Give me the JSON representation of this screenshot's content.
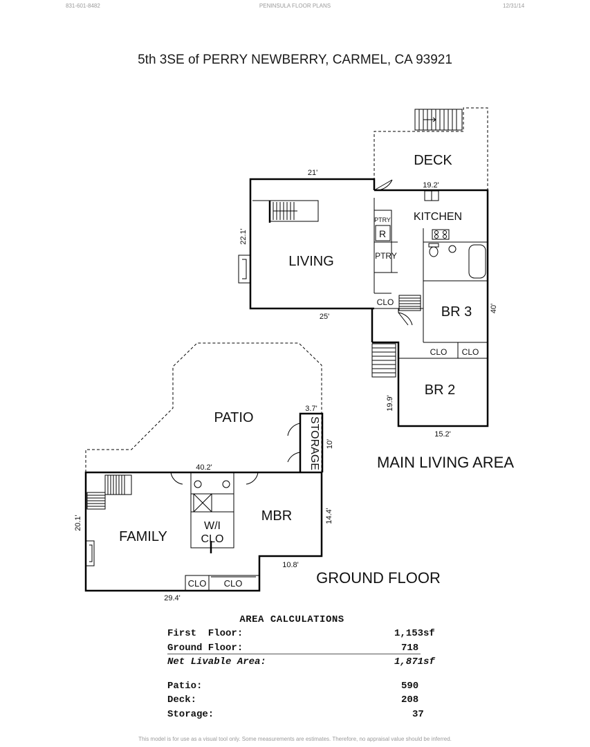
{
  "header": {
    "phone": "831-601-8482",
    "company": "PENINSULA FLOOR PLANS",
    "date": "12/31/14"
  },
  "title": "5th 3SE of PERRY NEWBERRY, CARMEL, CA  93921",
  "rooms": {
    "deck": "DECK",
    "kitchen": "KITCHEN",
    "living": "LIVING",
    "ptry1": "PTRY",
    "ptry2": "PTRY",
    "fridge": "R",
    "br3": "BR 3",
    "br2": "BR 2",
    "clo_main": "CLO",
    "clo_br3a": "CLO",
    "clo_br3b": "CLO",
    "patio": "PATIO",
    "storage": "STORAGE",
    "mbr": "MBR",
    "family": "FAMILY",
    "wi_line1": "W/I",
    "wi_line2": "CLO",
    "clo_g1": "CLO",
    "clo_g2": "CLO"
  },
  "dimensions": {
    "living_top": "21'",
    "living_side": "22.1'",
    "living_bottom": "25'",
    "kitchen_top": "19.2'",
    "main_side": "40'",
    "br2_side": "19.9'",
    "br2_bottom": "15.2'",
    "storage_top": "3.7'",
    "storage_side": "10'",
    "ground_top": "40.2'",
    "ground_left": "20.1'",
    "mbr_side": "14.4'",
    "ground_step": "10.8'",
    "ground_bottom": "29.4'"
  },
  "labels": {
    "main_area": "MAIN LIVING AREA",
    "ground_floor": "GROUND FLOOR"
  },
  "area_calculations": {
    "heading": "AREA CALCULATIONS",
    "rows": [
      {
        "label": "First  Floor:",
        "value": "1,153sf"
      },
      {
        "label": "Ground Floor:",
        "value": "718"
      },
      {
        "label": "Net Livable Area:",
        "value": "1,871sf"
      },
      {
        "label": "Patio:",
        "value": "590"
      },
      {
        "label": "Deck:",
        "value": "208"
      },
      {
        "label": "Storage:",
        "value": "37"
      }
    ]
  },
  "footer": "This model is for use as a visual tool only.  Some measurements are estimates.  Therefore, no appraisal value should be inferred."
}
